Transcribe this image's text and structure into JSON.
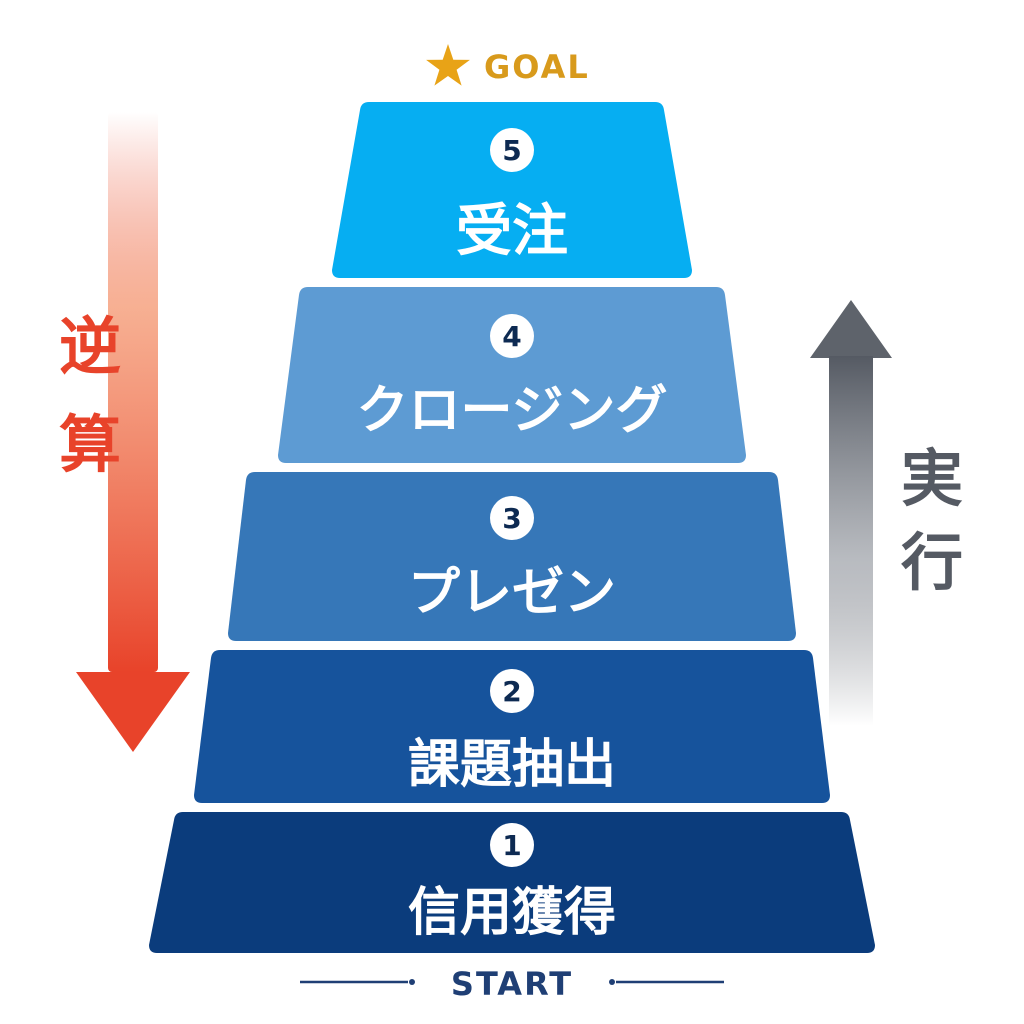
{
  "goal": {
    "label": "GOAL",
    "star_color": "#e8a317",
    "text_color": "#d89a1c"
  },
  "start": {
    "label": "START",
    "color": "#1f3f75"
  },
  "left_arrow": {
    "label_chars": [
      "逆",
      "算"
    ],
    "color": "#e8432a"
  },
  "right_arrow": {
    "label_chars": [
      "実",
      "行"
    ],
    "color": "#555a63"
  },
  "steps": [
    {
      "number": "5",
      "label": "受注",
      "color": "#06aef2"
    },
    {
      "number": "4",
      "label": "クロージング",
      "color": "#5d9bd3"
    },
    {
      "number": "3",
      "label": "プレゼン",
      "color": "#3677b8"
    },
    {
      "number": "2",
      "label": "課題抽出",
      "color": "#16539c"
    },
    {
      "number": "1",
      "label": "信用獲得",
      "color": "#0b3c7c"
    }
  ]
}
